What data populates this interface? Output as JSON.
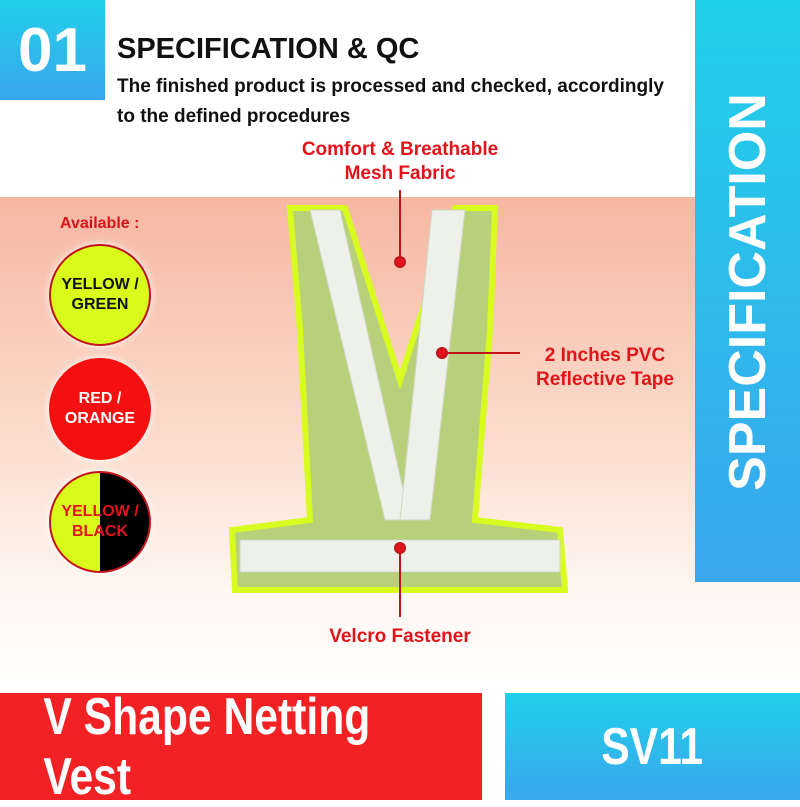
{
  "header": {
    "number": "01",
    "title": "SPECIFICATION & QC",
    "subtitle": "The finished product is processed and checked, accordingly to the defined procedures"
  },
  "side_label": "SPECIFICATION",
  "callouts": {
    "mesh": "Comfort & Breathable\nMesh Fabric",
    "tape": "2 Inches PVC\nReflective Tape",
    "velcro": "Velcro Fastener"
  },
  "available": {
    "label": "Available :",
    "options": [
      {
        "label": "YELLOW / GREEN",
        "colors": [
          "#d9fb1c"
        ],
        "text_color": "#111111"
      },
      {
        "label": "RED / ORANGE",
        "colors": [
          "#f41010"
        ],
        "text_color": "#ffffff"
      },
      {
        "label": "YELLOW / BLACK",
        "colors": [
          "#d9fb1c",
          "#000000"
        ],
        "text_color": "#e0141a"
      }
    ]
  },
  "product": {
    "name": "V Shape Netting Vest",
    "code": "SV11"
  },
  "colors": {
    "accent_blue": "#20d0e8",
    "accent_red": "#f12124",
    "vest": "#c8f51c"
  }
}
